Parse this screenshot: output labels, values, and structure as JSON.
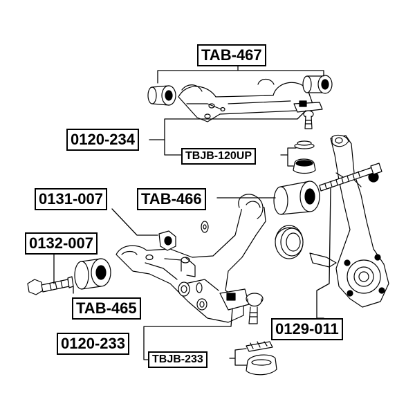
{
  "labels": {
    "tab_467": "TAB-467",
    "p_0120_234": "0120-234",
    "tbjb_120up": "TBJB-120UP",
    "p_0131_007": "0131-007",
    "tab_466": "TAB-466",
    "p_0132_007": "0132-007",
    "tab_465": "TAB-465",
    "p_0120_233": "0120-233",
    "tbjb_233": "TBJB-233",
    "p_0129_011": "0129-011"
  },
  "colors": {
    "ink": "#000000",
    "paper": "#ffffff"
  }
}
